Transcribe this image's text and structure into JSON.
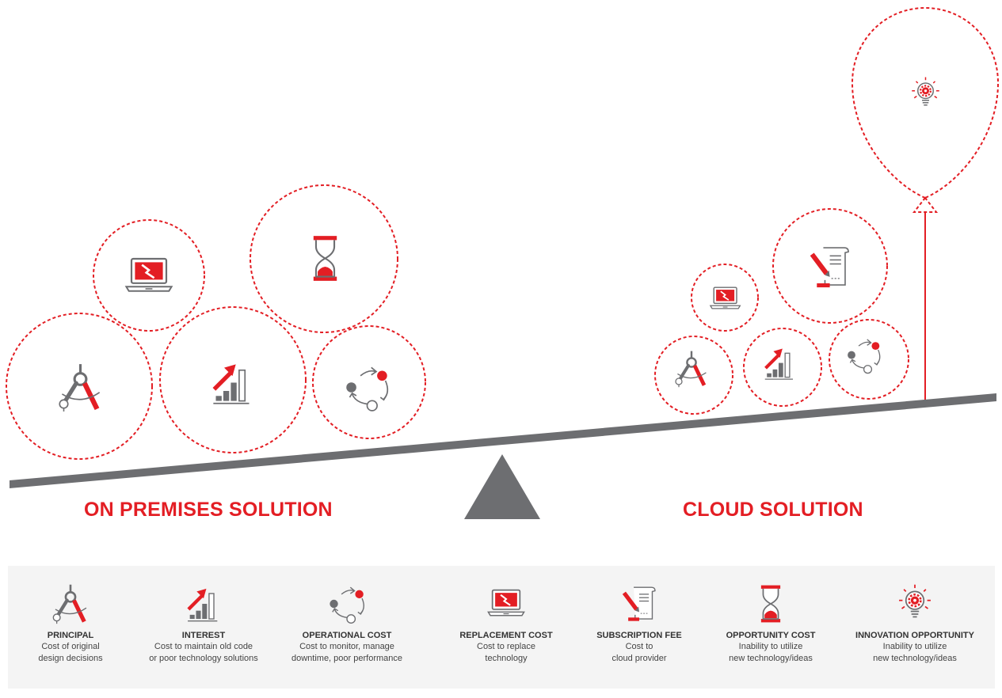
{
  "titles": {
    "on_premises": "ON PREMISES SOLUTION",
    "cloud": "CLOUD SOLUTION"
  },
  "colors": {
    "accent": "#e31e24",
    "gray": "#6d6e71",
    "legend_bg": "#f4f4f4"
  },
  "legend": [
    {
      "icon": "compass-icon",
      "name": "PRINCIPAL",
      "desc1": "Cost of original",
      "desc2": "design decisions"
    },
    {
      "icon": "growth-chart-icon",
      "name": "INTEREST",
      "desc1": "Cost to maintain old code",
      "desc2": "or poor technology solutions"
    },
    {
      "icon": "cycle-icon",
      "name": "OPERATIONAL COST",
      "desc1": "Cost to monitor, manage",
      "desc2": "downtime, poor performance"
    },
    {
      "icon": "broken-laptop-icon",
      "name": "REPLACEMENT COST",
      "desc1": "Cost to replace",
      "desc2": "technology"
    },
    {
      "icon": "contract-icon",
      "name": "SUBSCRIPTION FEE",
      "desc1": "Cost to",
      "desc2": "cloud provider"
    },
    {
      "icon": "hourglass-icon",
      "name": "OPPORTUNITY COST",
      "desc1": "Inability to utilize",
      "desc2": "new technology/ideas"
    },
    {
      "icon": "lightbulb-icon",
      "name": "INNOVATION OPPORTUNITY",
      "desc1": "Inability to utilize",
      "desc2": "new technology/ideas"
    }
  ]
}
